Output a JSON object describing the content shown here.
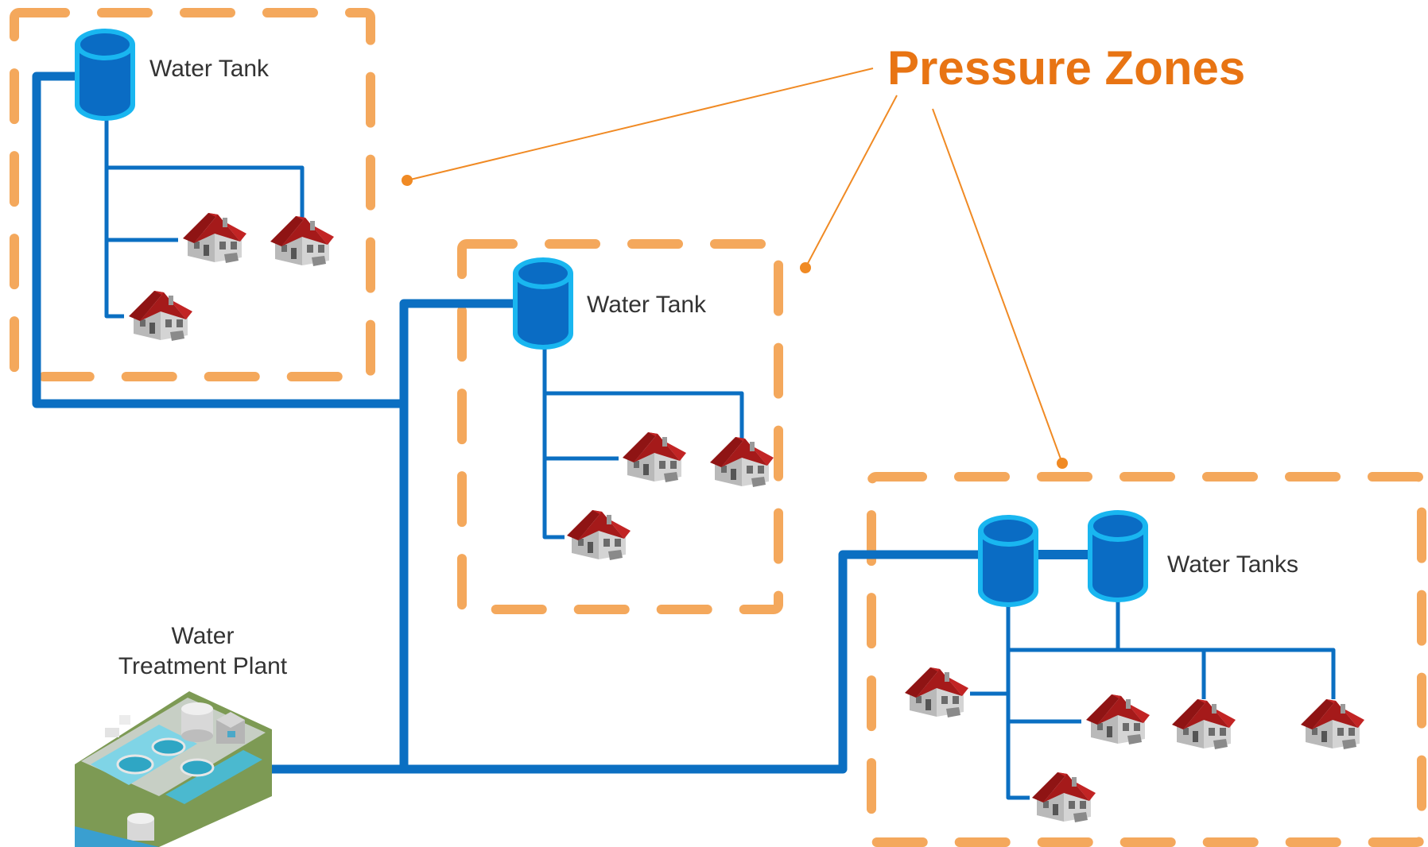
{
  "title": "Pressure Zones",
  "labels": {
    "zone1_tank": "Water Tank",
    "zone2_tank": "Water Tank",
    "zone3_tanks": "Water Tanks",
    "plant_line1": "Water",
    "plant_line2": "Treatment Plant"
  },
  "colors": {
    "pipe": "#0b6fc2",
    "tank_fill": "#0a6cc4",
    "tank_rim": "#19b6f0",
    "zone_dash": "#f4a85c",
    "callout": "#f08a24",
    "title": "#e87413",
    "roof": "#b01e1e",
    "house_wall": "#c9c9c9"
  }
}
